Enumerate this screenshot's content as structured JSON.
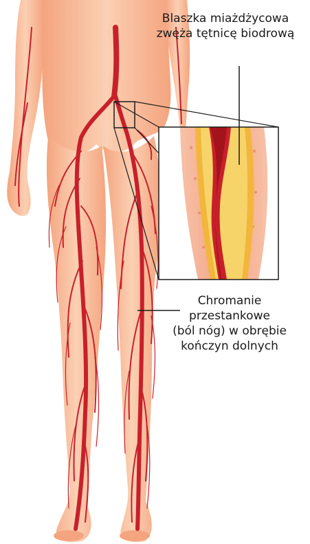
{
  "labels": {
    "plaque": {
      "line1": "Blaszka miażdżycowa",
      "line2": "zwęża tętnicę biodrową"
    },
    "claudication": {
      "line1": "Chromanie",
      "line2": "przestankowe",
      "line3": "(ból nóg) w obrębie",
      "line4": "kończyn dolnych"
    }
  },
  "colors": {
    "skin": "#f5b08c",
    "skin_light": "#fbd2b8",
    "artery": "#c8202a",
    "plaque": "#f2b63c",
    "inset_border": "#1a1a1a"
  },
  "icons": [
    "body-illustration",
    "artery-crosssection-inset"
  ]
}
